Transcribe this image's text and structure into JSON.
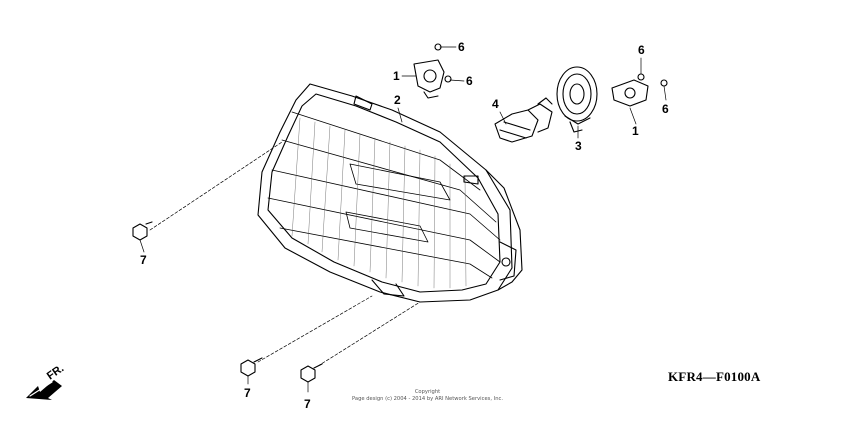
{
  "callouts": {
    "c1_left": "1",
    "c2": "2",
    "c3": "3",
    "c4": "4",
    "c6_top_left": "6",
    "c6_mid_left": "6",
    "c6_top_right": "6",
    "c6_mid_right": "6",
    "c1_right": "1",
    "c7_left": "7",
    "c7_mid": "7",
    "c7_bottom": "7"
  },
  "direction": {
    "label": "FR."
  },
  "diagram_code": "KFR4—F0100A",
  "copyright": {
    "line1": "Copyright",
    "line2": "Page design (c) 2004 - 2014 by ARI Network Services, Inc."
  }
}
